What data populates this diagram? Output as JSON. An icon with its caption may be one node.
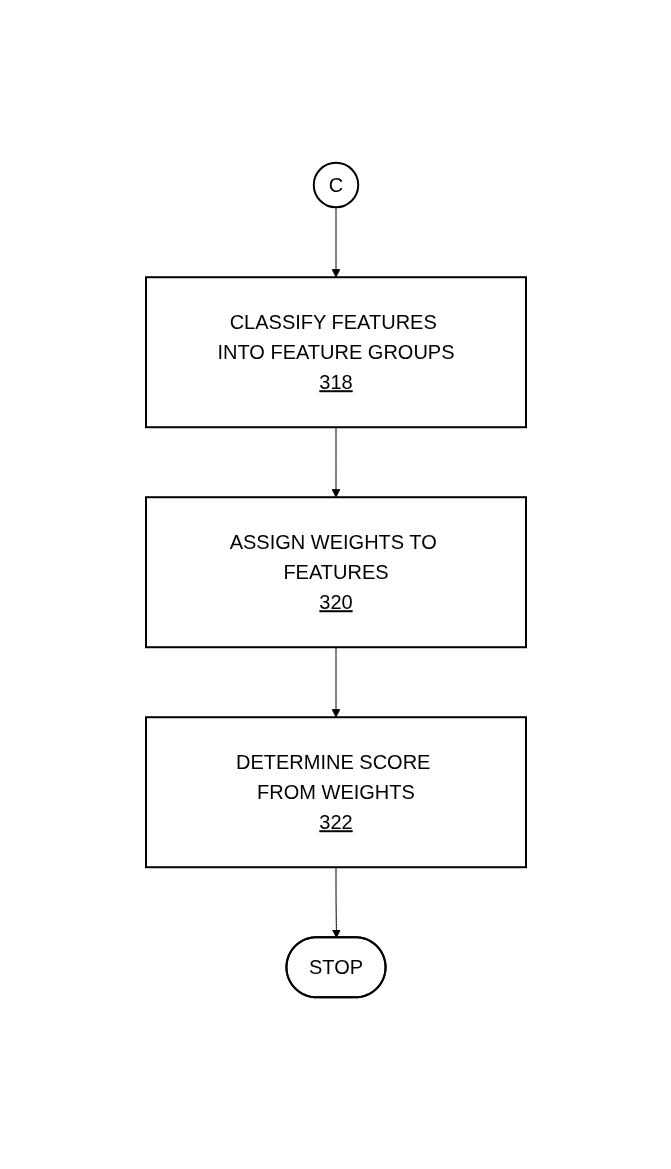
{
  "diagram": {
    "nodes": [
      {
        "text": [
          "C"
        ]
      },
      {
        "text": [
          "CLASSIFY FEATURES INTO FEATURE GROUPS",
          "318"
        ]
      },
      {
        "text": [
          "ASSIGN WEIGHTS TO FEATURES",
          "320"
        ]
      },
      {
        "text": [
          "DETERMINE SCORE FROM WEIGHTS",
          "322"
        ]
      },
      {
        "text": [
          "STOP"
        ]
      }
    ],
    "edges": [
      {
        "from": 0,
        "to": 1,
        "arrow": "to"
      },
      {
        "from": 1,
        "to": 2,
        "arrow": "to"
      },
      {
        "from": 2,
        "to": 3,
        "arrow": "to"
      },
      {
        "from": 3,
        "to": 4,
        "arrow": "to"
      }
    ]
  }
}
